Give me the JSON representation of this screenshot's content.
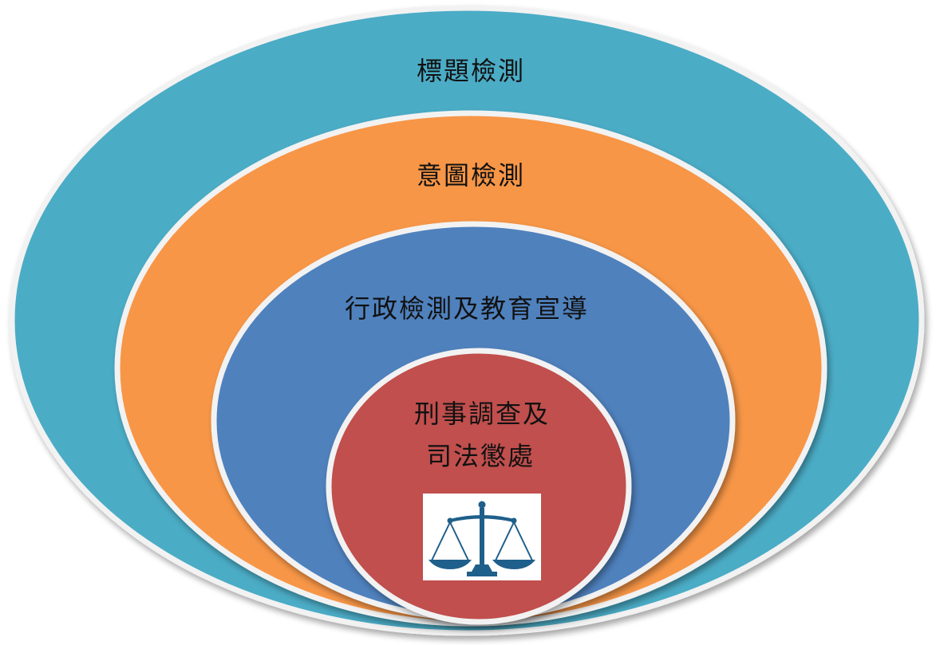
{
  "diagram": {
    "layers": [
      {
        "label": "標題檢測",
        "color": "#4bacc6"
      },
      {
        "label": "意圖檢測",
        "color": "#f79646"
      },
      {
        "label": "行政檢測及教育宣導",
        "color": "#4f81bd"
      },
      {
        "label_line1": "刑事調查及",
        "label_line2": "司法懲處",
        "color": "#c0504d"
      }
    ],
    "emblem": "balance-scale-icon",
    "emblem_color": "#1f5f8b"
  }
}
